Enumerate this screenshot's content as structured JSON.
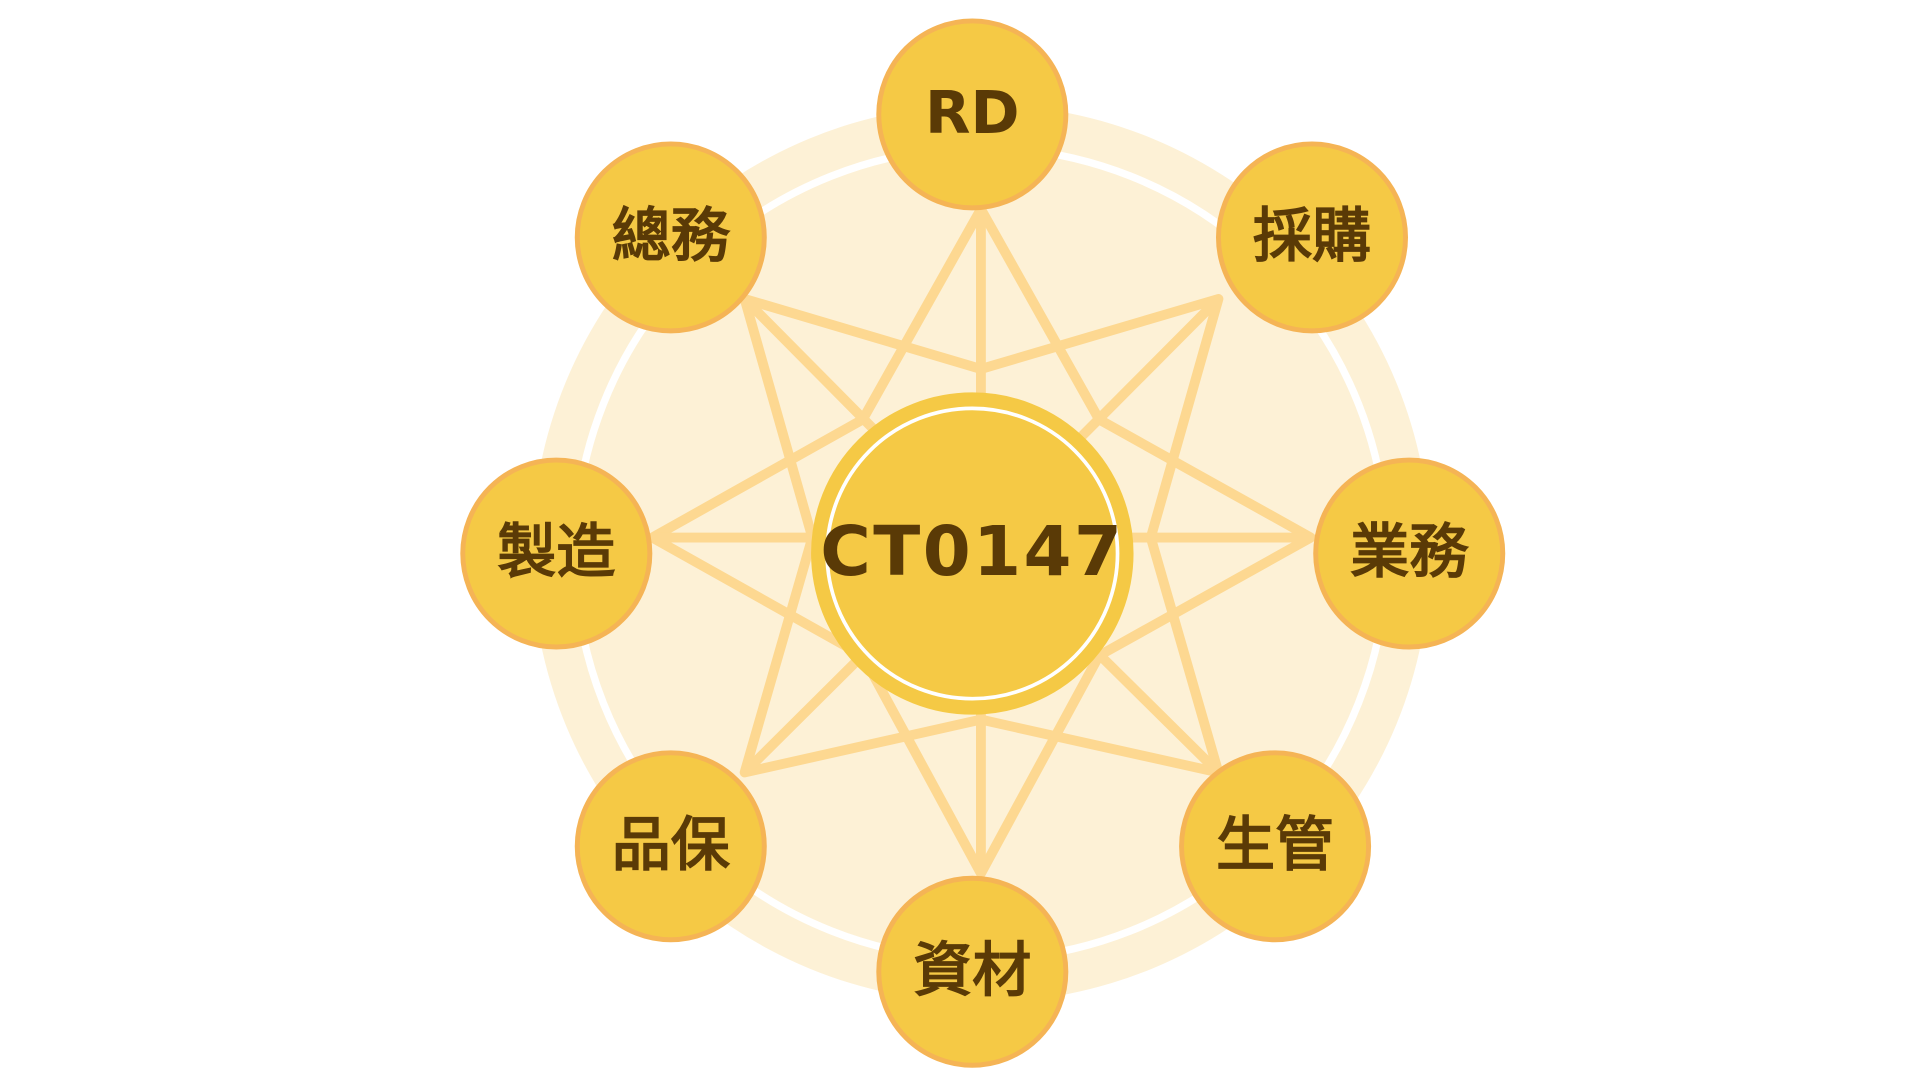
{
  "center": {
    "label": "CT0147"
  },
  "nodes": [
    {
      "id": "rd",
      "label": "RD"
    },
    {
      "id": "purchasing",
      "label": "採購"
    },
    {
      "id": "sales",
      "label": "業務"
    },
    {
      "id": "production-control",
      "label": "生管"
    },
    {
      "id": "materials",
      "label": "資材"
    },
    {
      "id": "quality-assurance",
      "label": "品保"
    },
    {
      "id": "manufacturing",
      "label": "製造"
    },
    {
      "id": "general-affairs",
      "label": "總務"
    }
  ],
  "colors": {
    "node_fill": "#F5C945",
    "node_stroke": "#F5B455",
    "text": "#5A3A06",
    "star_lines": "#FDD891",
    "background_disc": "#FDF1D6"
  }
}
